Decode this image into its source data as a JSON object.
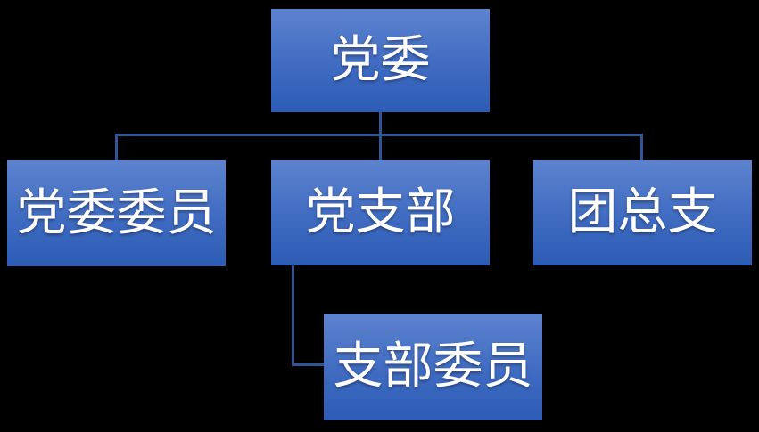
{
  "theme": {
    "background": "#000000",
    "node-top": "#5d83ce",
    "node-mid": "#3f6bc1",
    "node-bottom": "#2d5cb5",
    "connector": "#2f5597",
    "text": "#ffffff"
  },
  "diagram": {
    "type": "org-chart",
    "nodes": [
      {
        "id": "party-committee",
        "label": "党委",
        "level": 1,
        "parent": null
      },
      {
        "id": "party-committee-members",
        "label": "党委委员",
        "level": 2,
        "parent": "党委"
      },
      {
        "id": "party-branch",
        "label": "党支部",
        "level": 2,
        "parent": "党委"
      },
      {
        "id": "league-general-branch",
        "label": "团总支",
        "level": 2,
        "parent": "党委"
      },
      {
        "id": "branch-members",
        "label": "支部委员",
        "level": 3,
        "parent": "党支部"
      }
    ]
  }
}
